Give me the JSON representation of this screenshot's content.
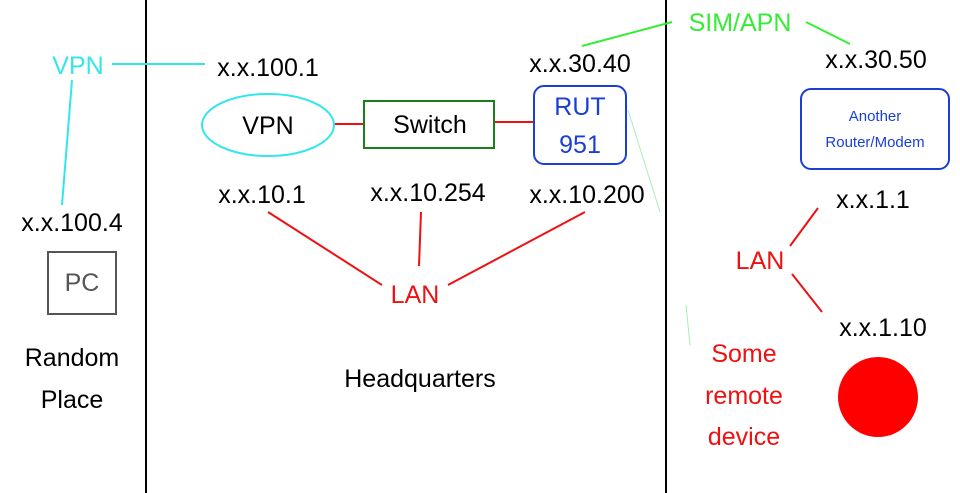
{
  "colors": {
    "black": "#000000",
    "vpn": "#33e6ee",
    "lan": "#ee1111",
    "switch": "#1a7f1a",
    "rut": "#1a3fd6",
    "sim": "#33ee33",
    "pc": "#555555",
    "device": "#ff0000"
  },
  "random_place": {
    "vpn_label": "VPN",
    "pc_ip": "x.x.100.4",
    "pc_label": "PC",
    "area_label_line1": "Random",
    "area_label_line2": "Place"
  },
  "headquarters": {
    "vpn_ip": "x.x.100.1",
    "vpn_node": "VPN",
    "switch_node": "Switch",
    "rut_line1": "RUT",
    "rut_line2": "951",
    "rut_wan_ip": "x.x.30.40",
    "vpn_lan_ip": "x.x.10.1",
    "switch_lan_ip": "x.x.10.254",
    "rut_lan_ip": "x.x.10.200",
    "lan_label": "LAN",
    "area_label": "Headquarters"
  },
  "sim_apn": "SIM/APN",
  "remote": {
    "wan_ip": "x.x.30.50",
    "router_line1": "Another",
    "router_line2": "Router/Modem",
    "router_lan_ip": "x.x.1.1",
    "lan_label": "LAN",
    "device_ip": "x.x.1.10",
    "device_line1": "Some",
    "device_line2": "remote",
    "device_line3": "device"
  }
}
